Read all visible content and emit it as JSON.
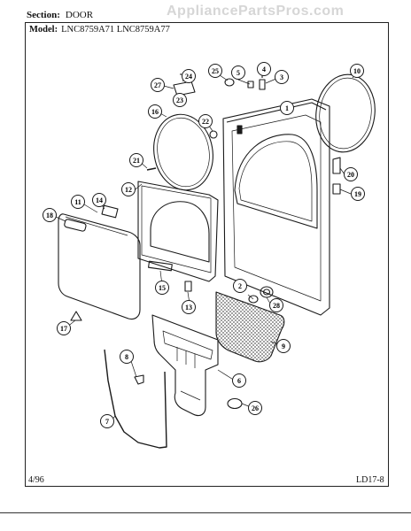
{
  "watermark": "AppliancePartsPros.com",
  "header": {
    "section_label": "Section:",
    "section_value": "DOOR",
    "model_label": "Model:",
    "model_value": "LNC8759A71  LNC8759A77"
  },
  "footer": {
    "date": "4/96",
    "page_code": "LD17-8"
  },
  "callouts": [
    "1",
    "2",
    "3",
    "4",
    "5",
    "6",
    "7",
    "8",
    "9",
    "10",
    "11",
    "12",
    "13",
    "14",
    "15",
    "16",
    "17",
    "18",
    "19",
    "20",
    "21",
    "22",
    "23",
    "24",
    "25",
    "26",
    "27",
    "28"
  ],
  "colors": {
    "ink": "#1a1a1a",
    "paper": "#ffffff",
    "watermark": "#d6d6d6"
  }
}
